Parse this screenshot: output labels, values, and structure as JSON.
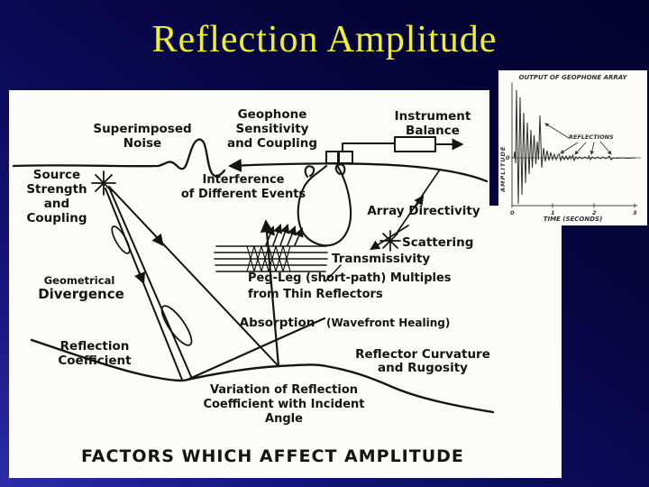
{
  "slide": {
    "title": "Reflection Amplitude"
  },
  "figure": {
    "labels": {
      "superimposed_noise": "Superimposed\nNoise",
      "geophone_sensitivity": "Geophone\nSensitivity\nand Coupling",
      "source_strength": "Source\nStrength\nand\nCoupling",
      "interference": "Interference\nof Different Events",
      "instrument_balance": "Instrument\nBalance",
      "array_directivity": "Array Directivity",
      "scattering": "Scattering",
      "transmissivity": "Transmissivity",
      "peg_leg": "Peg-Leg (short-path) Multiples",
      "from_thin_reflectors": "from Thin Reflectors",
      "absorption": "Absorption",
      "wavefront_healing": "(Wavefront Healing)",
      "geometrical": "Geometrical",
      "divergence": "Divergence",
      "reflection_coefficient": "Reflection\nCoefficient",
      "reflector_curvature": "Reflector Curvature\nand Rugosity",
      "variation_incident": "Variation of Reflection\nCoefficient with Incident\nAngle",
      "caption": "FACTORS WHICH AFFECT AMPLITUDE"
    }
  },
  "inset": {
    "title": "OUTPUT OF GEOPHONE ARRAY",
    "ylabel": "AMPLITUDE",
    "zero_label": "0",
    "xlabel": "TIME  (SECONDS)",
    "x_ticks": [
      "0",
      "1",
      "2",
      "3"
    ],
    "annotation": "REFLECTIONS",
    "chart": {
      "type": "line",
      "xlabel": "TIME (SECONDS)",
      "ylabel": "AMPLITUDE",
      "x_range": [
        0,
        3
      ],
      "description": "High-amplitude ringing burst near t=0 decaying into small reflection wiggles between t=0.3 and t=2.5, annotated REFLECTIONS"
    }
  },
  "colors": {
    "background_bottom_left": "#2d2da8",
    "background_top_right": "#03032e",
    "title_text": "#f0f024",
    "paper": "#fbfbf8",
    "ink": "#141414"
  }
}
